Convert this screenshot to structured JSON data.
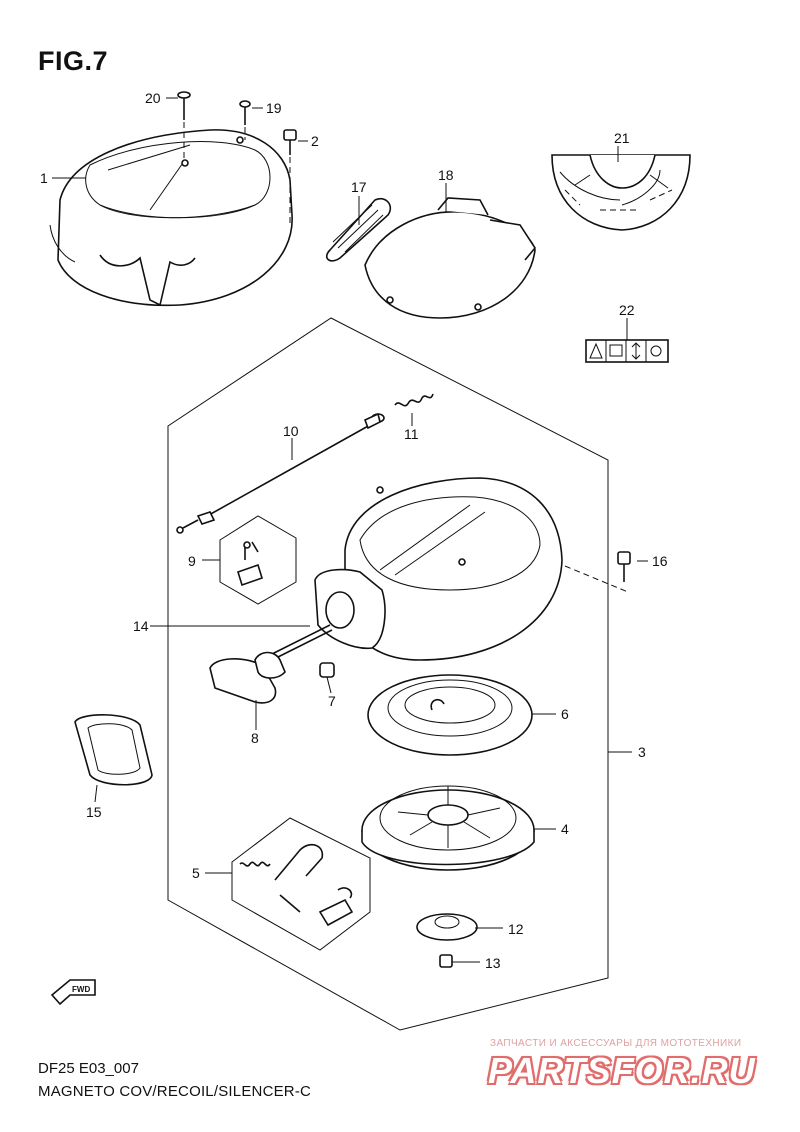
{
  "figure": {
    "title": "FIG.7",
    "model_code": "DF25 E03_007",
    "name": "MAGNETO COV/RECOIL/SILENCER-C"
  },
  "direction_marker": "FWD",
  "callouts": [
    "1",
    "2",
    "3",
    "4",
    "5",
    "6",
    "7",
    "8",
    "9",
    "10",
    "11",
    "12",
    "13",
    "14",
    "15",
    "16",
    "17",
    "18",
    "19",
    "20",
    "21",
    "22"
  ],
  "watermark": {
    "tagline": "ЗАПЧАСТИ И АКСЕССУАРЫ ДЛЯ МОТОТЕХНИКИ",
    "logo": "PARTSFOR.RU",
    "color": "#e06c6c"
  },
  "colors": {
    "line": "#111111",
    "background": "#ffffff"
  }
}
